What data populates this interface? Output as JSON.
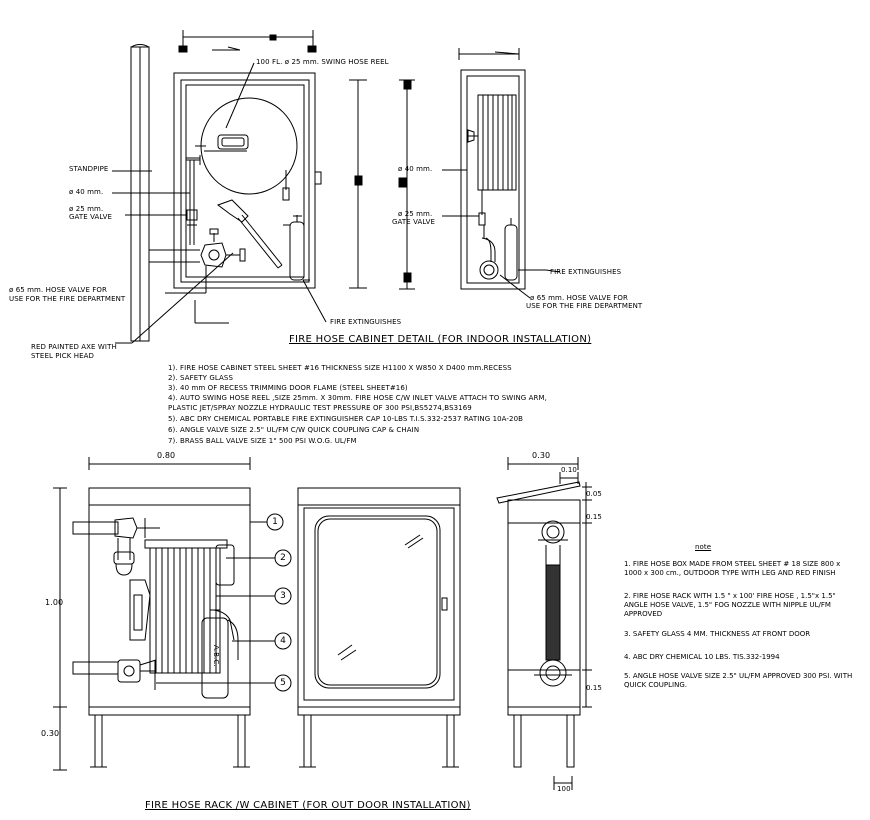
{
  "top_drawing": {
    "title": "FIRE HOSE CABINET DETAIL (FOR INDOOR INSTALLATION)",
    "labels": {
      "swing_reel": "100 FL. ø 25 mm. SWING HOSE REEL",
      "standpipe": "STANDPIPE",
      "d40_left": "ø 40 mm.",
      "d25_left_1": "ø 25 mm.",
      "d25_left_2": "GATE VALVE",
      "hose_valve_1": "ø 65 mm. HOSE VALVE FOR",
      "hose_valve_2": "USE FOR THE FIRE DEPARTMENT",
      "fire_ext_front": "FIRE EXTINGUISHES",
      "axe_1": "RED PAINTED AXE WITH",
      "axe_2": "STEEL PICK HEAD",
      "d40_side": "ø 40 mm.",
      "d25_side_1": "ø 25 mm.",
      "d25_side_2": "GATE VALVE",
      "fire_ext_side": "FIRE EXTINGUISHES",
      "side_hose_valve_1": "ø 65 mm. HOSE VALVE FOR",
      "side_hose_valve_2": "USE FOR THE FIRE DEPARTMENT"
    },
    "spec_list": [
      "1). FIRE HOSE CABINET STEEL SHEET #16 THICKNESS SIZE H1100 X W850 X D400 mm.RECESS",
      "2). SAFETY GLASS",
      "3). 40 mm OF RECESS TRIMMING DOOR FLAME (STEEL SHEET#16)",
      "4). AUTO SWING HOSE REEL ,SIZE 25mm. X 30mm. FIRE HOSE C/W INLET VALVE ATTACH TO SWING ARM,",
      "     PLASTIC JET/SPRAY NOZZLE HYDRAULIC TEST PRESSURE OF 300 PSI,BS5274,BS3169",
      "5). ABC DRY CHEMICAL PORTABLE FIRE EXTINGUISHER CAP 10-LBS T.I.S.332-2537 RATING 10A-20B",
      "6). ANGLE VALVE SIZE 2.5\" UL/FM C/W QUICK COUPLING CAP & CHAIN",
      "7). BRASS BALL VALVE SIZE 1\" 500 PSI W.O.G. UL/FM"
    ]
  },
  "bottom_drawing": {
    "title": "FIRE HOSE RACK /W CABINET (FOR OUT DOOR INSTALLATION)",
    "dimensions": {
      "width": "0.80",
      "height": "1.00",
      "leg": "0.30",
      "depth": "0.30",
      "roof": "0.10",
      "r1": "0.05",
      "r2": "0.15",
      "r3": "0.15",
      "base": "100"
    },
    "extinguisher_label": "A.B.C.",
    "callouts": [
      "1",
      "2",
      "3",
      "4",
      "5"
    ]
  },
  "notes": {
    "heading": "note",
    "items": [
      "1. FIRE HOSE BOX MADE FROM STEEL SHEET # 18 SIZE 800 x",
      "   1000 x 300 cm., OUTDOOR TYPE WITH LEG AND RED FINISH",
      "2. FIRE HOSE RACK WITH 1.5 \" x 100' FIRE HOSE , 1.5\"x 1.5\"",
      "   ANGLE HOSE VALVE, 1.5\" FOG NOZZLE WITH NIPPLE UL/FM",
      "   APPROVED",
      "3. SAFETY GLASS 4 MM. THICKNESS AT FRONT DOOR",
      "4. ABC DRY CHEMICAL 10 LBS. TIS.332-1994",
      "5. ANGLE HOSE VALVE SIZE 2.5\" UL/FM APPROVED 300 PSI. WITH",
      "   QUICK COUPLING."
    ]
  }
}
